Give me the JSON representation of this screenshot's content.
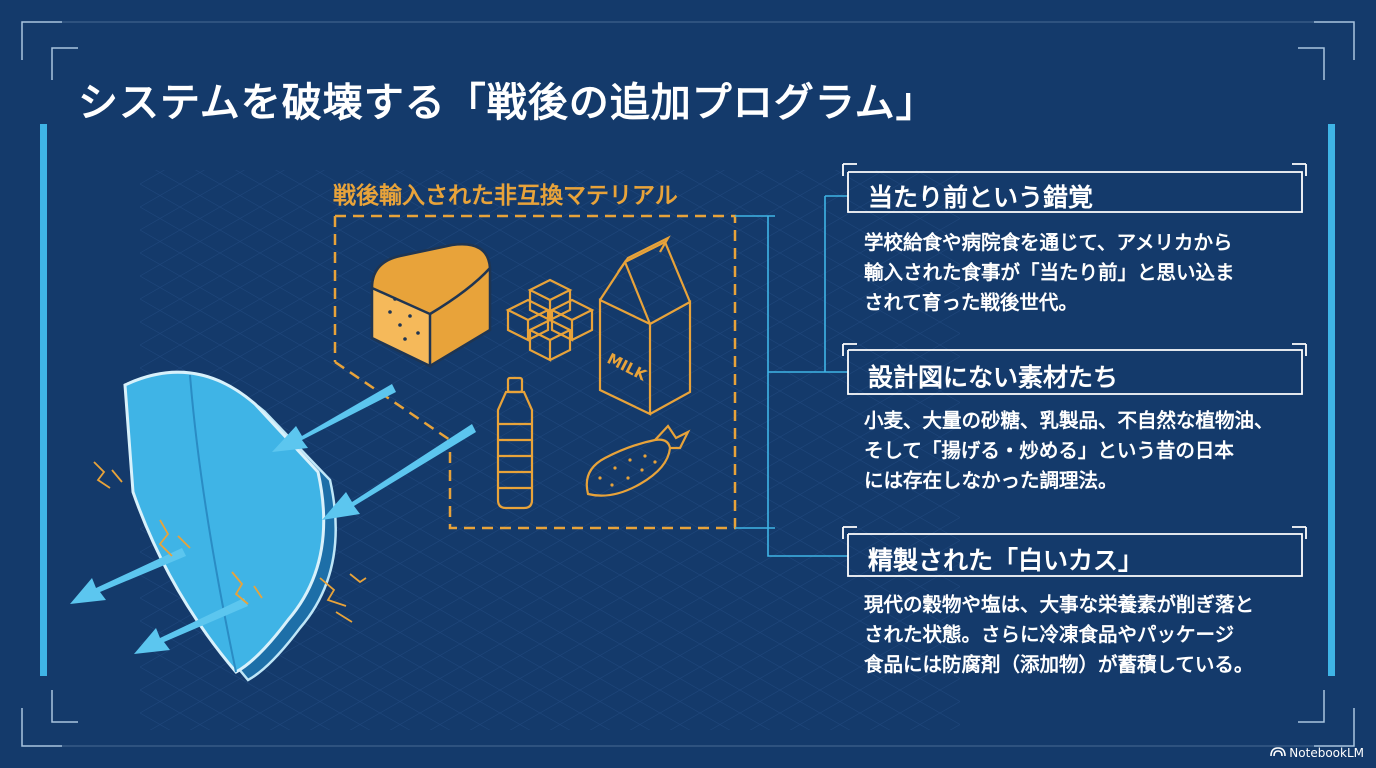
{
  "title": "システムを破壊する「戦後の追加プログラム」",
  "materials_label": "戦後輸入された非互換マテリアル",
  "milk_label": "MILK",
  "sections": [
    {
      "heading": "当たり前という錯覚",
      "lines": [
        "学校給食や病院食を通じて、アメリカから",
        "輸入された食事が「当たり前」と思い込ま",
        "されて育った戦後世代。"
      ]
    },
    {
      "heading": "設計図にない素材たち",
      "lines": [
        "小麦、大量の砂糖、乳製品、不自然な植物油、",
        "そして「揚げる・炒める」という昔の日本",
        "には存在しなかった調理法。"
      ]
    },
    {
      "heading": "精製された「白いカス」",
      "lines": [
        "現代の穀物や塩は、大事な栄養素が削ぎ落と",
        "された状態。さらに冷凍食品やパッケージ",
        "食品には防腐剤（添加物）が蓄積している。"
      ]
    }
  ],
  "brand": "NotebookLM",
  "colors": {
    "background": "#143a6b",
    "accent_orange": "#e8a33a",
    "shield_cyan": "#3fb4e6",
    "frame_line": "#a9c4e0",
    "text": "#ffffff"
  },
  "icons": [
    "bread-icon",
    "sugar-cubes-icon",
    "milk-carton-icon",
    "oil-bottle-icon",
    "fried-shrimp-icon",
    "shield-icon",
    "arrow-icon",
    "crack-spark-icon",
    "notebooklm-logo-icon"
  ]
}
